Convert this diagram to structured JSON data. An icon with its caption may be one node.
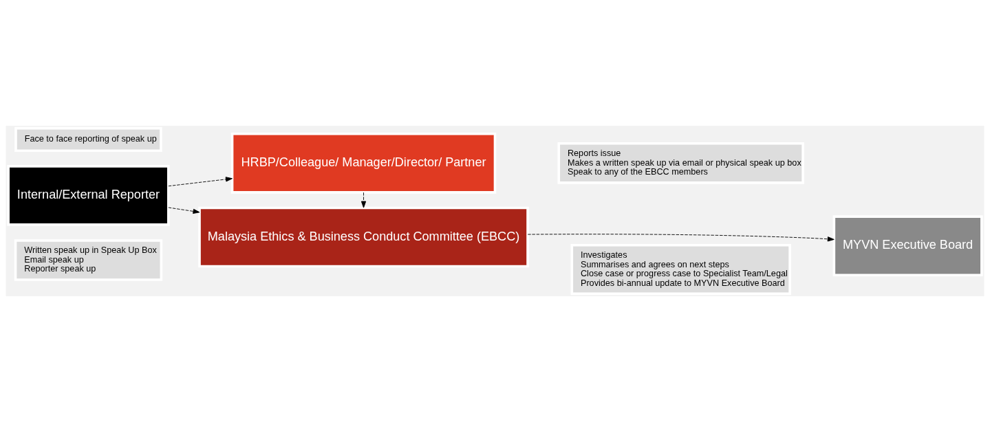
{
  "diagram": {
    "nodes": [
      {
        "text": [
          "Face to face reporting of speak up"
        ]
      },
      {
        "text": [
          "HRBP/Colleague/ Manager/Director/ Partner"
        ]
      },
      {
        "text": [
          "Reports issue",
          "Makes a written speak up via email or physical speak up box",
          "Speak to any of the EBCC members"
        ]
      },
      {
        "text": [
          "Internal/External Reporter"
        ]
      },
      {
        "text": [
          "MYVN Executive Board"
        ]
      },
      {
        "text": [
          "Written speak up in Speak Up Box",
          "Email speak up",
          "Reporter speak up"
        ]
      },
      {
        "text": [
          "Malaysia Ethics & Business Conduct Committee (EBCC)"
        ]
      },
      {
        "text": [
          "Investigates",
          "Summarises and agrees on next steps",
          "Close case or progress case to Specialist Team/Legal",
          "Provides bi-annual update to MYVN Executive Board"
        ]
      }
    ],
    "edges": [
      {
        "from": 3,
        "to": 1,
        "arrow": "to",
        "style": "dashed"
      },
      {
        "from": 3,
        "to": 6,
        "arrow": "to",
        "style": "dashed"
      },
      {
        "from": 1,
        "to": 6,
        "arrow": "to",
        "style": "dashed"
      },
      {
        "from": 6,
        "to": 4,
        "arrow": "to",
        "style": "dashed"
      }
    ]
  }
}
